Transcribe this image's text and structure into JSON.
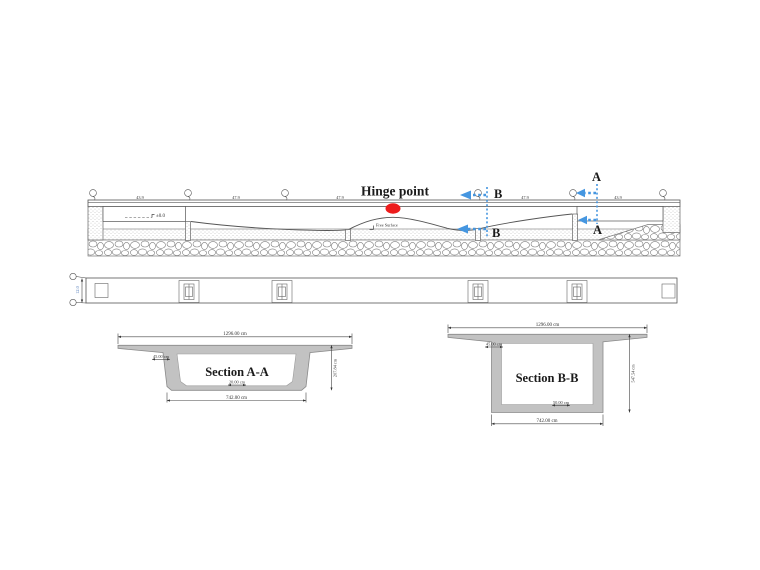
{
  "elevation": {
    "hinge_label": "Hinge point",
    "free_surface_label": "Free Surface",
    "level_label": "±0.0",
    "cut_a_label": "A",
    "cut_b_label": "B",
    "span_dims": [
      "43.9",
      "47.9",
      "47.9",
      "47.9",
      "43.9"
    ]
  },
  "plan": {
    "width_dim": "12.0"
  },
  "sections": {
    "a": {
      "title": "Section A-A",
      "deck_width": "1296.00 cm",
      "top_flange": "45.00 cm",
      "bottom_slab": "20.00 cm",
      "box_width": "742.00 cm",
      "depth": "207.84 cm"
    },
    "b": {
      "title": "Section B-B",
      "deck_width": "1296.00 cm",
      "top_flange": "45.00 cm",
      "bottom_slab": "50.00 cm",
      "box_width": "742.00 cm",
      "depth": "547.54 cm"
    }
  },
  "colors": {
    "accent_blue": "#4596e0",
    "hinge_red": "#ed1c1c",
    "line": "#4a4a4a",
    "concrete": "#c2c2c2"
  }
}
